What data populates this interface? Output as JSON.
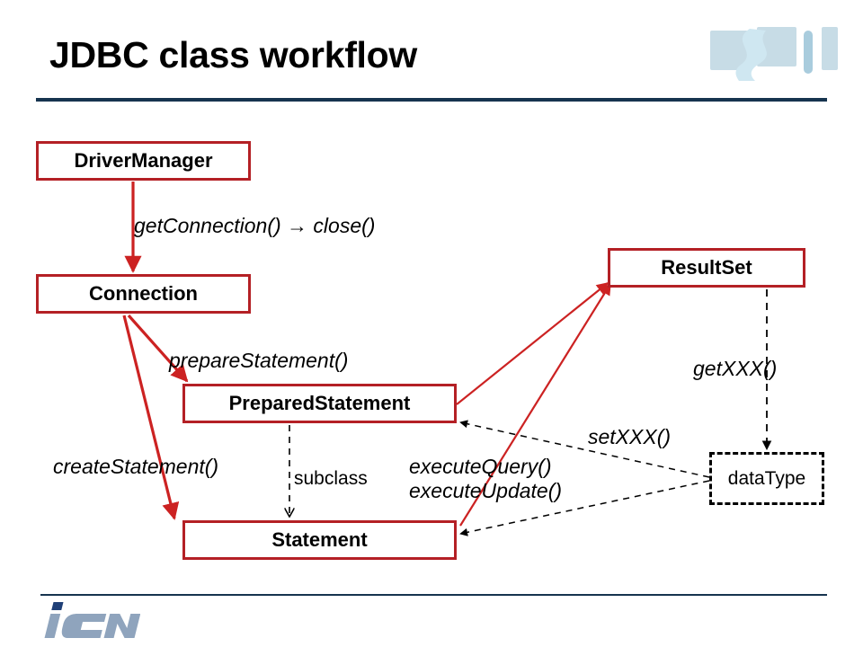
{
  "slide": {
    "title": "JDBC class workflow",
    "accent_color": "#16344f",
    "node_border_color": "#b42025",
    "arrow_red": "#cc2222",
    "arrow_black": "#000000",
    "logo_top_right": "blue-squares-logo",
    "logo_bottom_left": "icn-logo"
  },
  "diagram": {
    "type": "flow",
    "nodes": [
      {
        "id": "drivermanager",
        "label": "DriverManager",
        "style": "solid-red"
      },
      {
        "id": "connection",
        "label": "Connection",
        "style": "solid-red"
      },
      {
        "id": "preparedstatement",
        "label": "PreparedStatement",
        "style": "solid-red"
      },
      {
        "id": "statement",
        "label": "Statement",
        "style": "solid-red"
      },
      {
        "id": "resultset",
        "label": "ResultSet",
        "style": "solid-red"
      },
      {
        "id": "datatype",
        "label": "dataType",
        "style": "dashed-black"
      }
    ],
    "edges": [
      {
        "from": "drivermanager",
        "to": "connection",
        "label": "getConnection() → close()",
        "style": "solid-red",
        "label_style": "italic"
      },
      {
        "from": "connection",
        "to": "preparedstatement",
        "label": "prepareStatement()",
        "style": "solid-red",
        "label_style": "italic"
      },
      {
        "from": "connection",
        "to": "statement",
        "label": "createStatement()",
        "style": "solid-red",
        "label_style": "italic"
      },
      {
        "from": "preparedstatement",
        "to": "statement",
        "label": "subclass",
        "style": "dashed-black",
        "label_style": "normal"
      },
      {
        "from": "preparedstatement",
        "to": "resultset",
        "label": "executeQuery()",
        "style": "solid-red",
        "label_style": "italic"
      },
      {
        "from": "statement",
        "to": "resultset",
        "label": "executeUpdate()",
        "style": "solid-red",
        "label_style": "italic"
      },
      {
        "from": "datatype",
        "to": "preparedstatement",
        "label": "setXXX()",
        "style": "dashed-black",
        "label_style": "italic"
      },
      {
        "from": "datatype",
        "to": "statement",
        "label": "",
        "style": "dashed-black",
        "label_style": "italic"
      },
      {
        "from": "resultset",
        "to": "datatype",
        "label": "getXXX()",
        "style": "dashed-black",
        "label_style": "italic"
      }
    ],
    "labels": {
      "getconnection": "getConnection() → close()",
      "preparestatement": "prepareStatement()",
      "createstatement": "createStatement()",
      "subclass": "subclass",
      "executequery": "executeQuery()",
      "executeupdate": "executeUpdate()",
      "setxxx": "setXXX()",
      "getxxx": "getXXX()"
    }
  }
}
